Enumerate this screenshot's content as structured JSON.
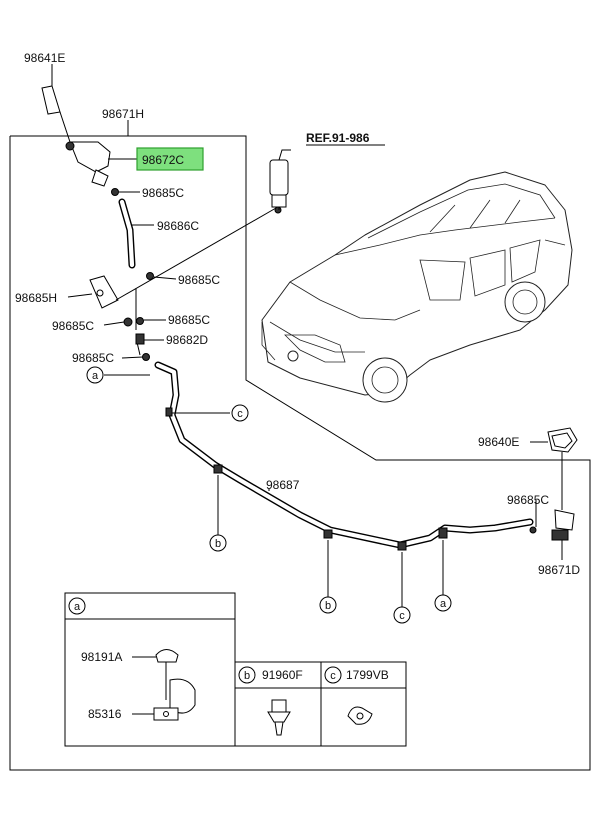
{
  "labels": {
    "p98641E": "98641E",
    "p98671H": "98671H",
    "p98672C": "98672C",
    "p98685C_1": "98685C",
    "p98686C": "98686C",
    "p98685C_2": "98685C",
    "p98685H": "98685H",
    "p98685C_3": "98685C",
    "p98685C_4": "98685C",
    "p98682D": "98682D",
    "p98685C_5": "98685C",
    "ref": "REF.91-986",
    "p98640E": "98640E",
    "p98687": "98687",
    "p98685C_6": "98685C",
    "p98671D": "98671D",
    "p98191A": "98191A",
    "p85316": "85316",
    "p91960F": "91960F",
    "p1799VB": "1799VB"
  },
  "callouts": {
    "a": "a",
    "b": "b",
    "c": "c"
  },
  "colors": {
    "highlight_fill": "#7ee07e",
    "highlight_stroke": "#2ea02e",
    "line": "#000000"
  }
}
